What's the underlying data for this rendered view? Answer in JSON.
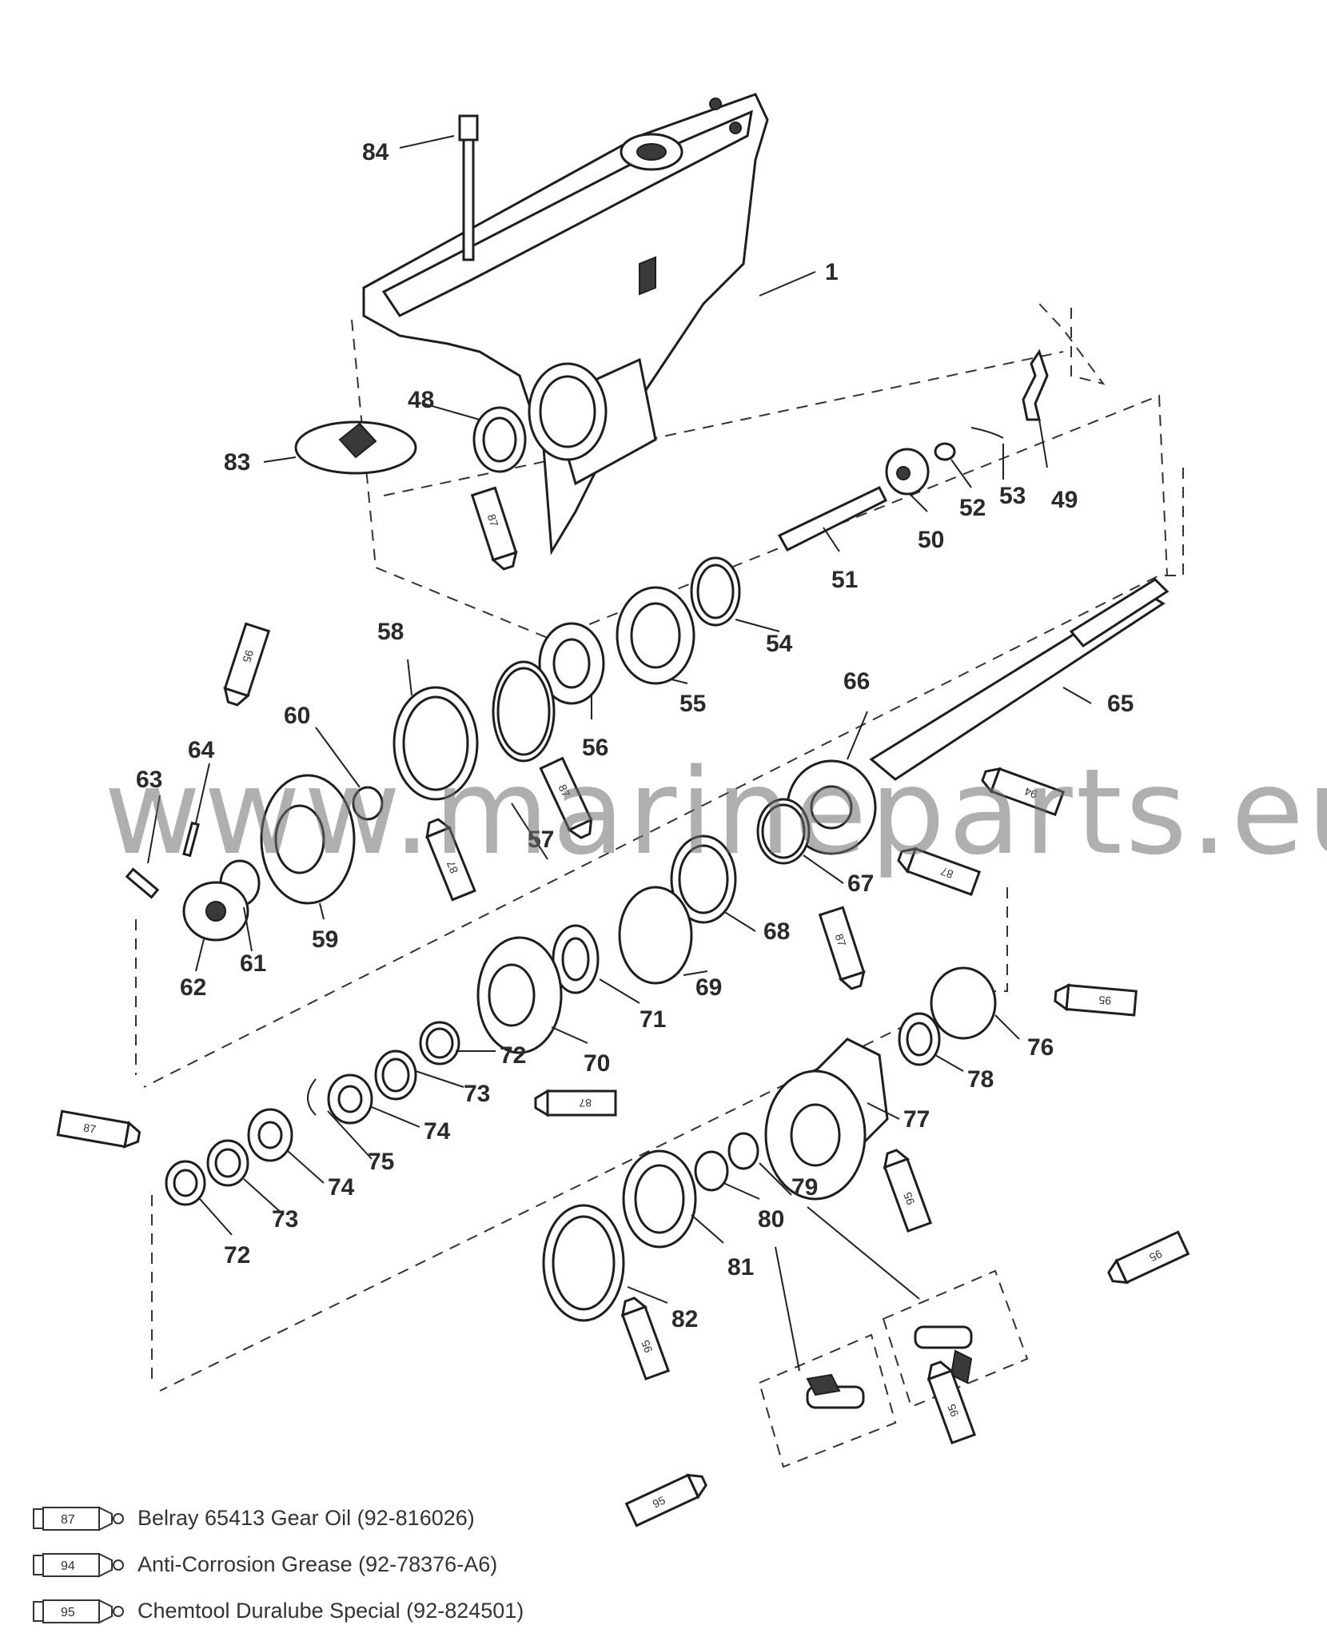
{
  "callouts": {
    "p84": "84",
    "p1": "1",
    "p48": "48",
    "p83": "83",
    "p49": "49",
    "p53": "53",
    "p52": "52",
    "p50": "50",
    "p51": "51",
    "p54": "54",
    "p55": "55",
    "p56": "56",
    "p58": "58",
    "p65": "65",
    "p66": "66",
    "p60": "60",
    "p64": "64",
    "p63": "63",
    "p57": "57",
    "p67": "67",
    "p62": "62",
    "p61": "61",
    "p59": "59",
    "p68": "68",
    "p69": "69",
    "p71": "71",
    "p70": "70",
    "p72a": "72",
    "p76": "76",
    "p78": "78",
    "p73a": "73",
    "p74a": "74",
    "p75": "75",
    "p77": "77",
    "p74b": "74",
    "p73b": "73",
    "p72b": "72",
    "p79": "79",
    "p80": "80",
    "p81": "81",
    "p82": "82"
  },
  "tube_labels": {
    "t87": "87",
    "t94": "94",
    "t95": "95"
  },
  "legend": [
    {
      "code": "87",
      "text": "Belray 65413 Gear Oil (92-816026)"
    },
    {
      "code": "94",
      "text": "Anti-Corrosion Grease (92-78376-A6)"
    },
    {
      "code": "95",
      "text": "Chemtool Duralube Special (92-824501)"
    }
  ],
  "watermark": "www.marineparts.eu"
}
